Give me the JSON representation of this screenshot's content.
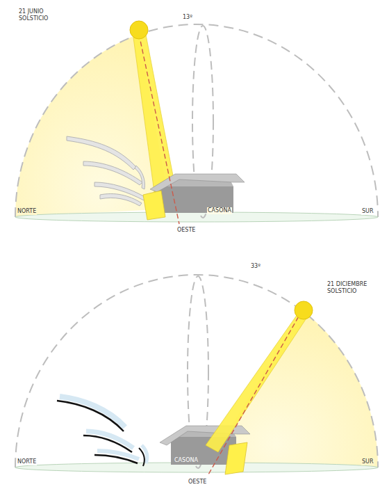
{
  "diagram": {
    "labels": [
      "21 JUNIO SOLSTICIO",
      "13º",
      "NORTE",
      "CASONA",
      "SUR",
      "OESTE",
      "33º",
      "21 DICIEMBRE SOLSTICIO",
      "NORTE",
      "CASONA",
      "SUR",
      "OESTE"
    ]
  }
}
